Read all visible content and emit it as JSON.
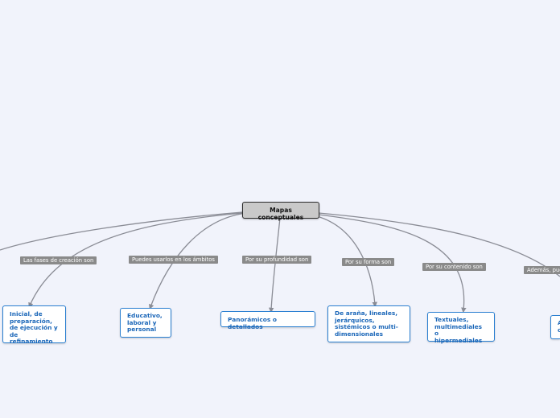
{
  "colors": {
    "background": "#f1f3fb",
    "link": "#8a8c95",
    "node_border": "#2a7fd1",
    "node_text": "#1a66b8",
    "label_bg": "#8a8a8a",
    "root_bg": "#c9c9c9"
  },
  "root": {
    "text": "Mapas conceptuales"
  },
  "branches": [
    {
      "label": "Las fases de creación son",
      "node": "Inicial, de preparación, de ejecución y de refinamiento"
    },
    {
      "label": "Puedes usarlos en los ámbitos",
      "node": "Educativo, laboral y personal"
    },
    {
      "label": "Por su profundidad son",
      "node": "Panorámicos o detallados"
    },
    {
      "label": "Por su forma son",
      "node": "De araña, lineales, jerárquicos, sistémicos o multi-dimensionales"
    },
    {
      "label": "Por su contenido son",
      "node": "Textuales, multimediales o hipermediales"
    },
    {
      "label": "Además, pue",
      "node": "A o"
    }
  ]
}
